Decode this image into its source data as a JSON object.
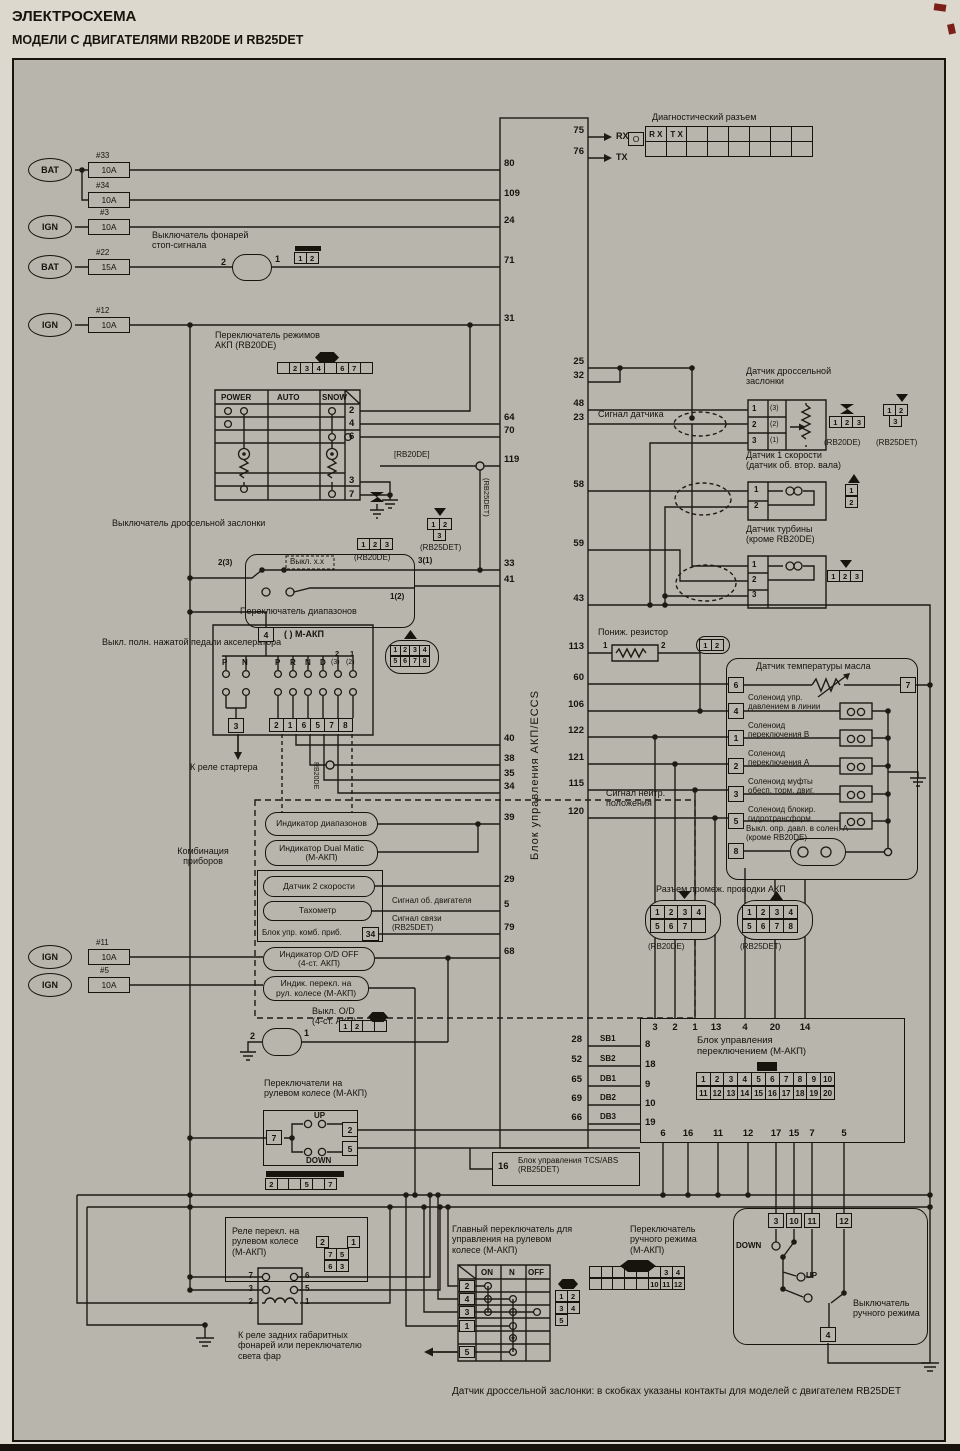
{
  "header": {
    "title": "ЭЛЕКТРОСХЕМА",
    "subtitle": "МОДЕЛИ С ДВИГАТЕЛЯМИ RB20DE И RB25DET"
  },
  "footnote": "Датчик дроссельной заслонки: в скобках указаны контакты для моделей с двигателем RB25DET",
  "feeds": {
    "bat1": "BAT",
    "f33n": "#33",
    "f33": "10A",
    "f34n": "#34",
    "f34": "10A",
    "ign1": "IGN",
    "f3n": "#3",
    "f3": "10A",
    "bat2": "BAT",
    "f22n": "#22",
    "f22": "15A",
    "ign2": "IGN",
    "f12n": "#12",
    "f12": "10A",
    "ign3": "IGN",
    "f11n": "#11",
    "f11": "10A",
    "ign4": "IGN",
    "f5n": "#5",
    "f5": "10A"
  },
  "stop": {
    "title": "Выключатель фонарей\nстоп-сигнала",
    "p2": "2",
    "p1": "1",
    "conn": [
      "1",
      "2"
    ]
  },
  "diag": {
    "label": "Диагностический разъем",
    "o": "O",
    "row1": [
      "R X",
      "T X",
      "",
      "",
      "",
      "",
      "",
      ""
    ],
    "row2": [
      "",
      "",
      "",
      "",
      "",
      "",
      "",
      ""
    ]
  },
  "ecu": {
    "name": "Блок управления АКП/ECCS",
    "rx": "RX",
    "tx": "TX",
    "rb25": "(RB25DET)",
    "rb20": "[RB20DE]",
    "rb20v": "RB20DE",
    "left": [
      "80",
      "109",
      "24",
      "71",
      "31",
      "64",
      "70",
      "119",
      "33",
      "41",
      "40",
      "38",
      "35",
      "34",
      "39",
      "29",
      "5",
      "79",
      "68"
    ],
    "right": [
      "75",
      "76",
      "25",
      "32",
      "48",
      "23",
      "58",
      "59",
      "43",
      "113",
      "60",
      "106",
      "122",
      "121",
      "115",
      "120"
    ]
  },
  "mode": {
    "title": "Переключатель режимов АКП (RB20DE)",
    "conn": [
      "",
      "2",
      "3",
      "4",
      "",
      "6",
      "7",
      ""
    ],
    "cols": [
      "POWER",
      "AUTO",
      "SNOW"
    ],
    "pins": [
      "2",
      "4",
      "6",
      "3",
      "7"
    ]
  },
  "throttle": {
    "title": "Выключатель дроссельной заслонки",
    "idle": "Выкл. х.х",
    "p23": "2(3)",
    "p31": "3(1)",
    "p12": "1(2)",
    "note": "Выкл. полн. нажатой педали акселератора",
    "c1": [
      "1",
      "2",
      "3"
    ],
    "c1tag": "(RB20DE)",
    "c2r1": [
      "1",
      "2"
    ],
    "c2r2": [
      "3"
    ],
    "c2tag": "(RB25DET)"
  },
  "range": {
    "title": "Переключатель диапазонов",
    "hdr": "( ) М-АКП",
    "p4": "4",
    "gl": [
      "P",
      "N"
    ],
    "gr": [
      "P",
      "R",
      "N",
      "D"
    ],
    "g2": "2",
    "g2s": "(3)",
    "g1": "1",
    "g1s": "(2)",
    "p3": "3",
    "bottom": [
      "2",
      "1",
      "6",
      "5",
      "7",
      "8"
    ],
    "connr1": [
      "1",
      "2",
      "3",
      "4"
    ],
    "connr2": [
      "5",
      "6",
      "7",
      "8"
    ],
    "starter": "К реле стартера"
  },
  "neutral": "Сигнал нейтр.\nположения",
  "cluster": {
    "label": "Комбинация\nприборов",
    "range_ind": "Индикатор диапазонов",
    "dual": "Индикатор Dual Matic\n(М-АКП)",
    "speed2": "Датчик 2 скорости",
    "tacho": "Тахометр",
    "comb": "Блок упр. комб. приб.",
    "comb_pin": "34",
    "od": "Индикатор O/D OFF\n(4-ст. АКП)",
    "steer": "Индик. перекл. на\nрул. колесе (М-АКП)"
  },
  "sig": {
    "eng": "Сигнал об. двигателя",
    "link": "Сигнал связи\n(RB25DET)"
  },
  "od": {
    "title": "Выкл. O/D\n(4-ст. АКП)",
    "p2": "2",
    "p1": "1",
    "conn": [
      "1",
      "2",
      "",
      ""
    ]
  },
  "steer": {
    "title": "Переключатели на\nрулевом колесе (М-АКП)",
    "p7": "7",
    "up": "UP",
    "down": "DOWN",
    "p2": "2",
    "p5": "5",
    "conn": [
      "2",
      "",
      "",
      "5",
      "",
      "7"
    ]
  },
  "relay": {
    "title": "Реле перекл. на\nрулевом колесе\n(М-АКП)",
    "l": [
      "7",
      "3",
      "2"
    ],
    "r": [
      "6",
      "5",
      "1"
    ],
    "c2": "2",
    "c1": "1",
    "cr2": [
      "7",
      "5"
    ],
    "cr3": [
      "6",
      "3"
    ],
    "note": "К реле задних габаритных\nфонарей или переключателю\nсвета фар"
  },
  "mainsw": {
    "title": "Главный переключатель для\nуправления на рулевом\nколесе (М-АКП)",
    "cols": [
      "ON",
      "N",
      "OFF"
    ],
    "pins": [
      "2",
      "4",
      "3",
      "1",
      "5"
    ],
    "connr1": [
      "1",
      "2"
    ],
    "connr2": [
      "3",
      "4"
    ],
    "connr3": [
      "5"
    ]
  },
  "manualconn": {
    "title": "Переключатель\nручного режима\n(М-АКП)",
    "r1": [
      "",
      "",
      "",
      "",
      "",
      "",
      "3",
      "4"
    ],
    "r2": [
      "",
      "",
      "",
      "",
      "",
      "10",
      "11",
      "12"
    ]
  },
  "manual": {
    "pins": [
      "3",
      "10",
      "11",
      "12"
    ],
    "down": "DOWN",
    "up": "UP",
    "label": "Выключатель\nручного режима",
    "p4": "4"
  },
  "tps": {
    "title": "Датчик дроссельной\nзаслонки",
    "signal": "Сигнал датчика",
    "pins": [
      "1",
      "2",
      "3"
    ],
    "sub": [
      "(3)",
      "(2)",
      "(1)"
    ],
    "c1": [
      "1",
      "2",
      "3"
    ],
    "c1tag": "(RB20DE)",
    "c2r1": [
      "1",
      "2"
    ],
    "c2r2": [
      "3"
    ],
    "c2tag": "(RB25DET)"
  },
  "speed1": {
    "title": "Датчик 1 скорости\n(датчик об. втор. вала)",
    "pins": [
      "1",
      "2"
    ],
    "conn": [
      "1",
      "2"
    ]
  },
  "turbine": {
    "title": "Датчик турбины\n(кроме RB20DE)",
    "pins": [
      "1",
      "2",
      "3"
    ],
    "conn": [
      "1",
      "2",
      "3"
    ]
  },
  "resistor": {
    "label": "Пониж. резистор",
    "p1": "1",
    "p2": "2",
    "conn": [
      "1",
      "2"
    ]
  },
  "sol": {
    "oil": "Датчик температуры масла",
    "p6": "6",
    "p7": "7",
    "i4": "Соленоид упр.\nдавлением в линии",
    "p4": "4",
    "i1": "Соленоид\nпереключения B",
    "p1": "1",
    "i2": "Соленоид\nпереключения A",
    "p2": "2",
    "i3": "Соленоид муфты\nобесп. торм. двиг.",
    "p3": "3",
    "i5": "Соленоид блокир.\nгидротрансформ.",
    "p5": "5",
    "i8": "Выкл. опр. давл. в солен. А\n(кроме RB20DE)",
    "p8": "8"
  },
  "inter": {
    "label": "Разъем промеж. проводки АКП",
    "c1r1": [
      "1",
      "2",
      "3",
      "4"
    ],
    "c1r2": [
      "5",
      "6",
      "7",
      ""
    ],
    "c1tag": "(RB20DE)",
    "c2r1": [
      "1",
      "2",
      "3",
      "4"
    ],
    "c2r2": [
      "5",
      "6",
      "7",
      "8"
    ],
    "c2tag": "(RB25DET)"
  },
  "makp": {
    "title": "Блок управления\nпереключением (М-АКП)",
    "top": [
      "3",
      "2",
      "1",
      "13",
      "4",
      "20",
      "14"
    ],
    "rows": [
      {
        "e": "28",
        "s": "SB1",
        "p": "8"
      },
      {
        "e": "52",
        "s": "SB2",
        "p": "18"
      },
      {
        "e": "65",
        "s": "DB1",
        "p": "9"
      },
      {
        "e": "69",
        "s": "DB2",
        "p": "10"
      },
      {
        "e": "66",
        "s": "DB3",
        "p": "19"
      }
    ],
    "bottom": [
      "6",
      "16",
      "11",
      "12",
      "17",
      "15",
      "7",
      "5"
    ],
    "connr1": [
      "1",
      "2",
      "3",
      "4",
      "5",
      "6",
      "7",
      "8",
      "9",
      "10"
    ],
    "connr2": [
      "11",
      "12",
      "13",
      "14",
      "15",
      "16",
      "17",
      "18",
      "19",
      "20"
    ]
  },
  "tcs": {
    "pin": "16",
    "label": "Блок управления TCS/ABS\n(RB25DET)"
  }
}
